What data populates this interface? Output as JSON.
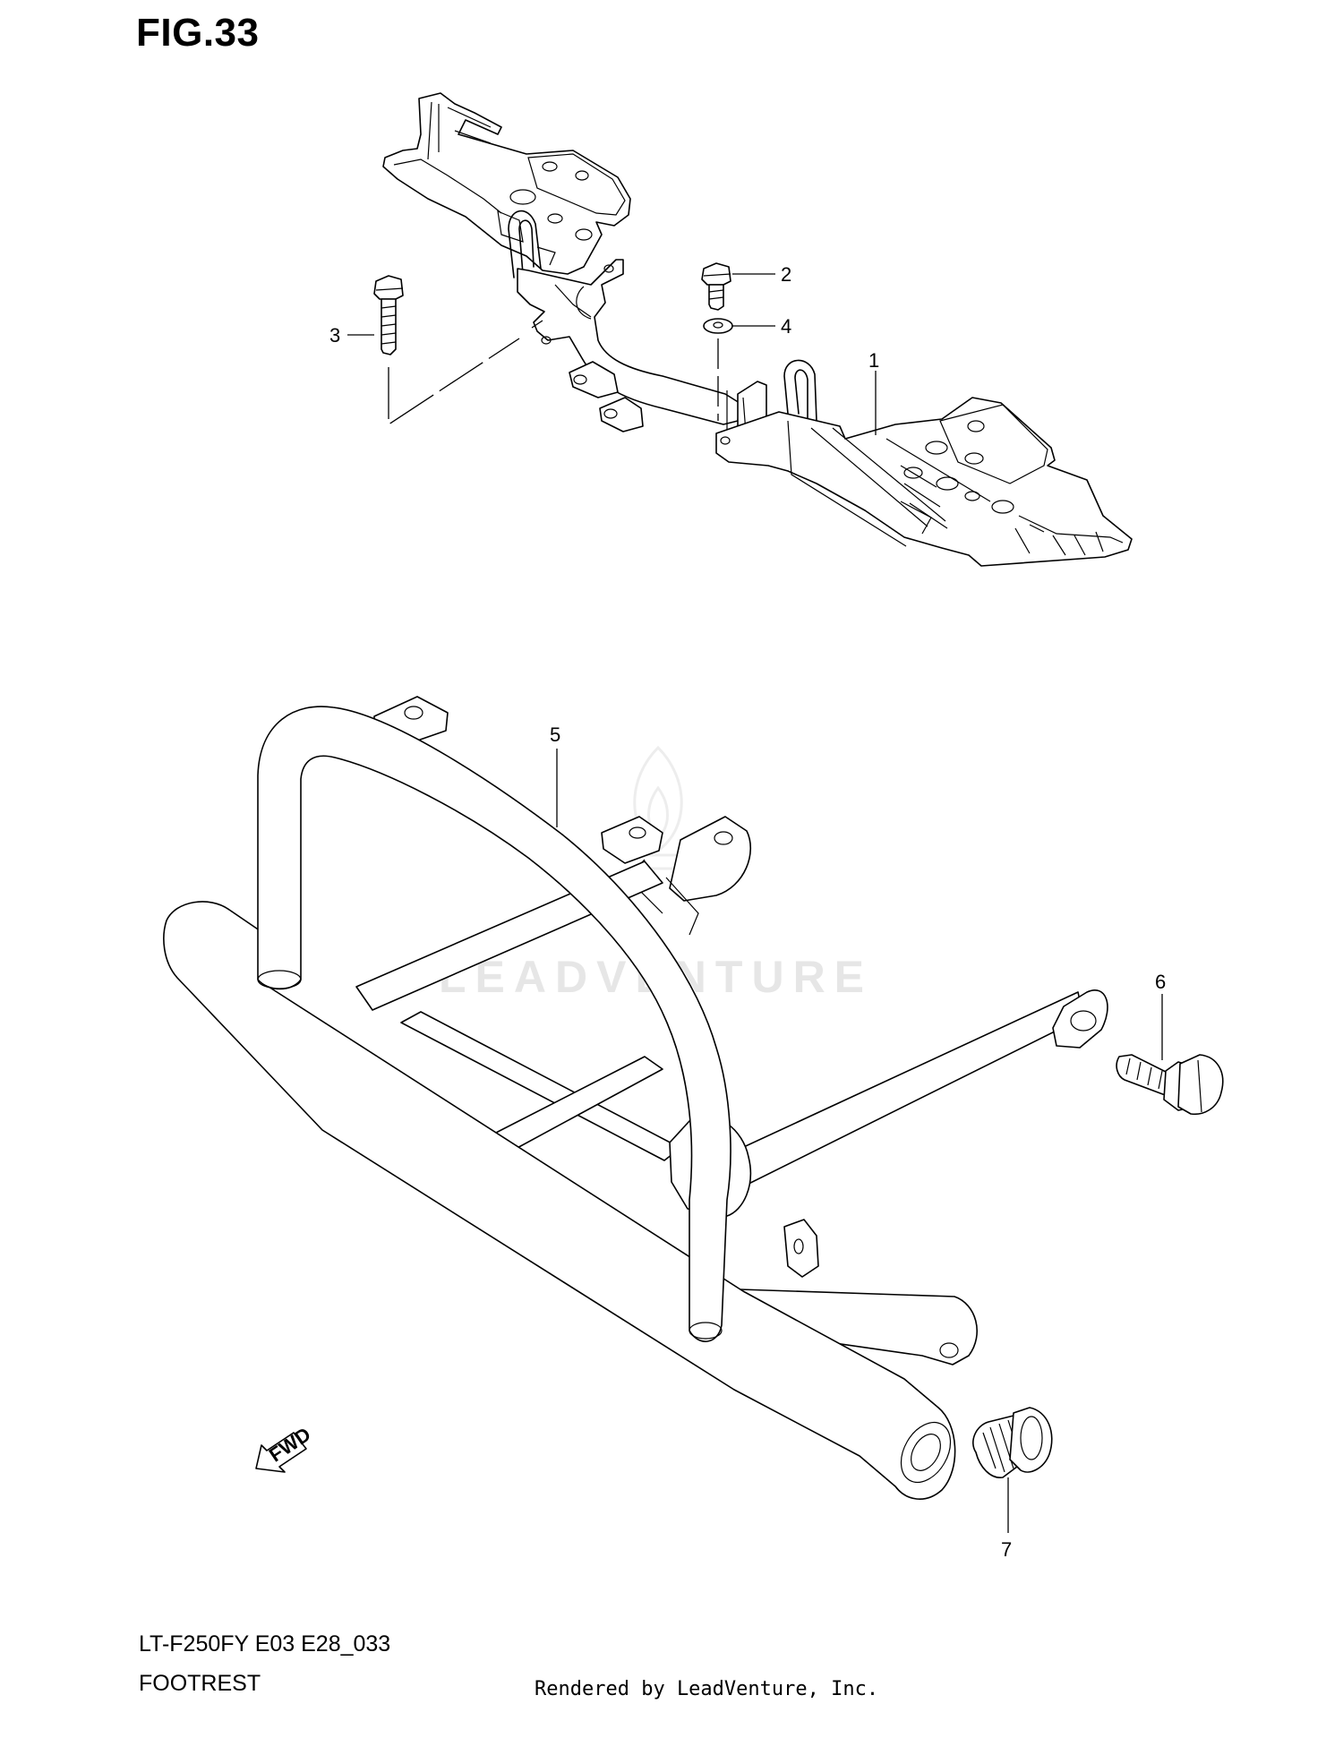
{
  "figure": {
    "title": "FIG.33",
    "model_code": "LT-F250FY E03 E28_033",
    "section_name": "FOOTREST",
    "rendered_by": "Rendered by LeadVenture, Inc.",
    "watermark": "LEADVENTURE",
    "fwd_label": "FWD"
  },
  "callouts": [
    "1",
    "2",
    "3",
    "4",
    "5",
    "6",
    "7"
  ]
}
